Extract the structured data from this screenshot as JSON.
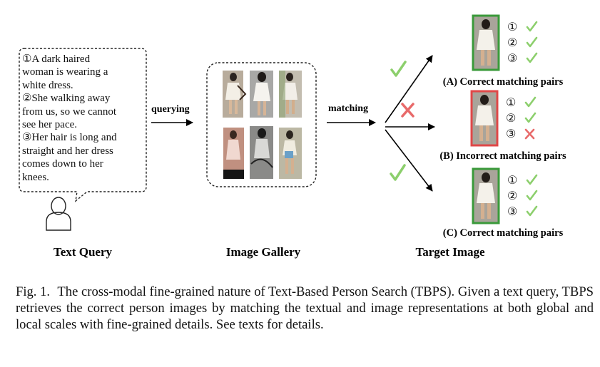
{
  "text_query": {
    "lines": [
      "①A dark haired",
      "woman is wearing a",
      "white dress.",
      "②She walking away",
      "from us, so we cannot",
      "see her pace.",
      "③Her hair is long and",
      "straight and her dress",
      "comes down to her",
      "knees."
    ],
    "label": "Text Query"
  },
  "arrows": {
    "querying": "querying",
    "matching": "matching"
  },
  "gallery": {
    "label": "Image Gallery"
  },
  "target": {
    "label": "Target Image",
    "groups": [
      {
        "caption": "(A) Correct matching pairs",
        "frame_color": "#3a9a3a",
        "marks": [
          {
            "num": "①",
            "ok": true
          },
          {
            "num": "②",
            "ok": true
          },
          {
            "num": "③",
            "ok": true
          }
        ]
      },
      {
        "caption": "(B) Incorrect matching pairs",
        "frame_color": "#e04848",
        "marks": [
          {
            "num": "①",
            "ok": true
          },
          {
            "num": "②",
            "ok": true
          },
          {
            "num": "③",
            "ok": false
          }
        ]
      },
      {
        "caption": "(C) Correct matching pairs",
        "frame_color": "#3a9a3a",
        "marks": [
          {
            "num": "①",
            "ok": true
          },
          {
            "num": "②",
            "ok": true
          },
          {
            "num": "③",
            "ok": true
          }
        ]
      }
    ]
  },
  "colors": {
    "check": "#8ccf6c",
    "cross": "#e86a6a"
  },
  "caption": {
    "label": "Fig. 1.",
    "text": "The cross-modal fine-grained nature of Text-Based Person Search (TBPS). Given a text query, TBPS retrieves the correct person images by matching the textual and image representations at both global and local scales with fine-grained details. See texts for details."
  }
}
